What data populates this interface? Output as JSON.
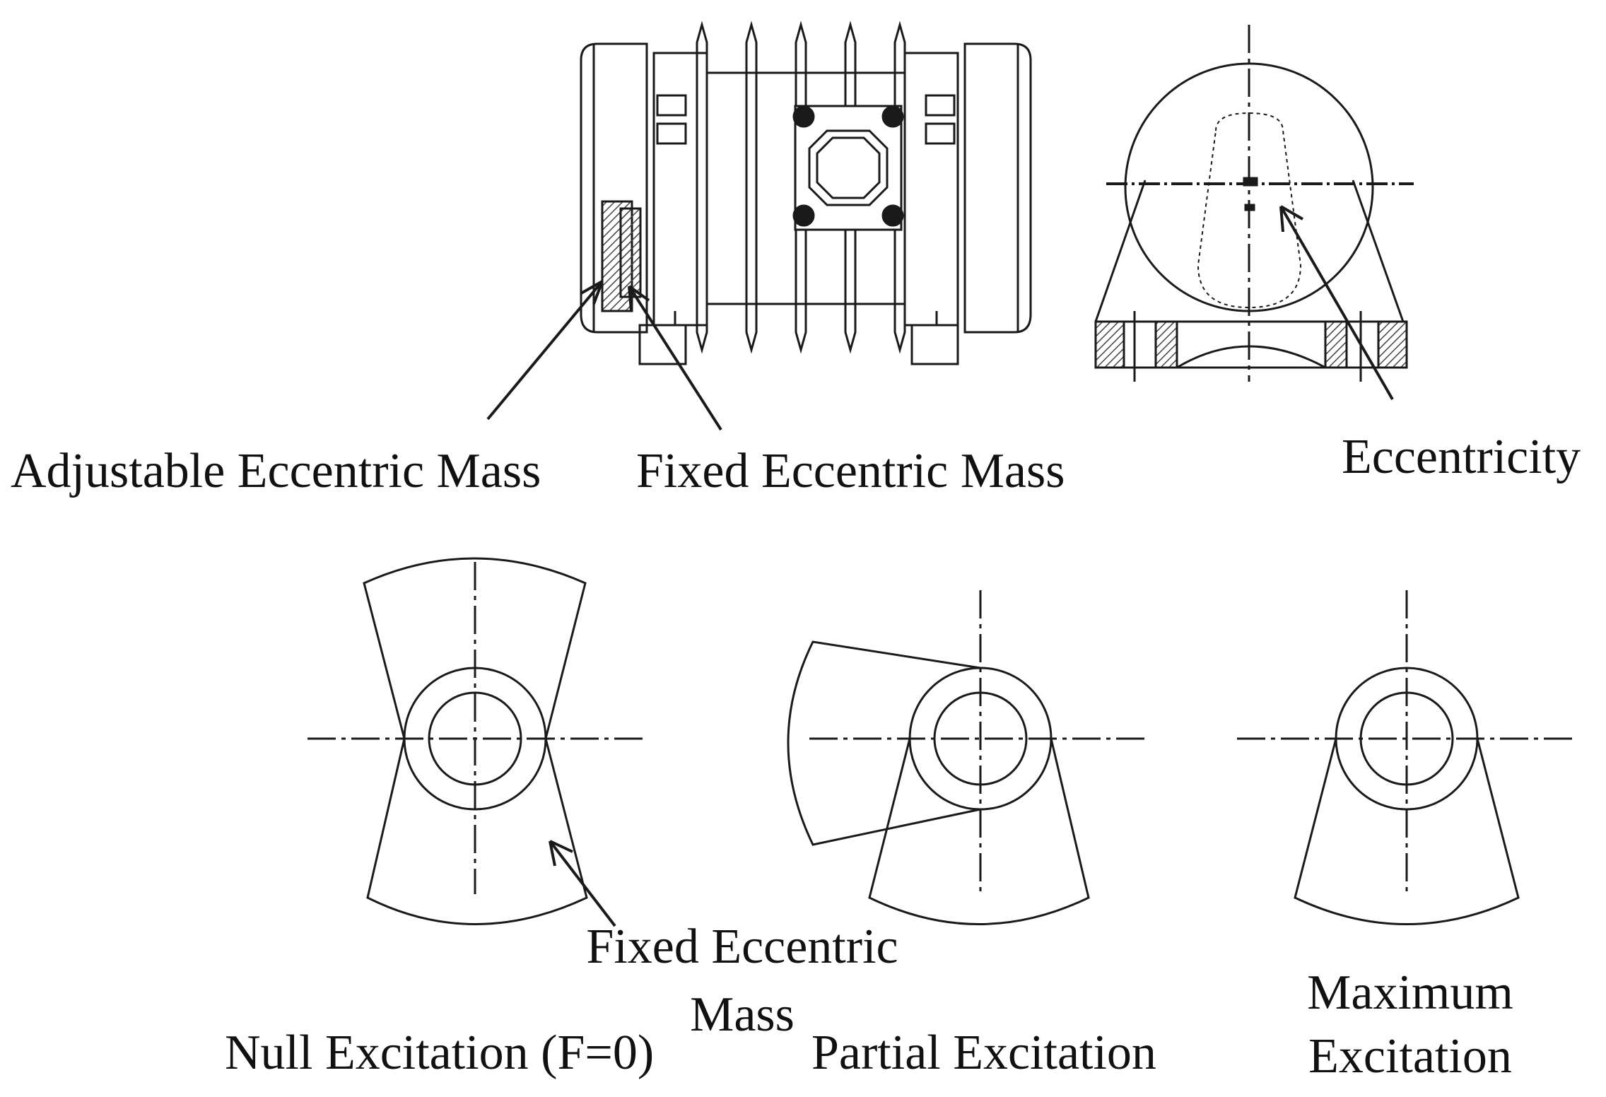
{
  "labels": {
    "adjustable_mass": "Adjustable Eccentric Mass",
    "fixed_mass_top": "Fixed Eccentric Mass",
    "eccentricity": "Eccentricity",
    "fixed_mass_bottom_line1": "Fixed Eccentric",
    "fixed_mass_bottom_line2": "Mass",
    "null_excitation": "Null Excitation (F=0)",
    "partial_excitation": "Partial Excitation",
    "maximum_excitation_line1": "Maximum",
    "maximum_excitation_line2": "Excitation"
  },
  "colors": {
    "line": "#1a1a1a",
    "hatch": "#555555",
    "background": "#ffffff"
  }
}
